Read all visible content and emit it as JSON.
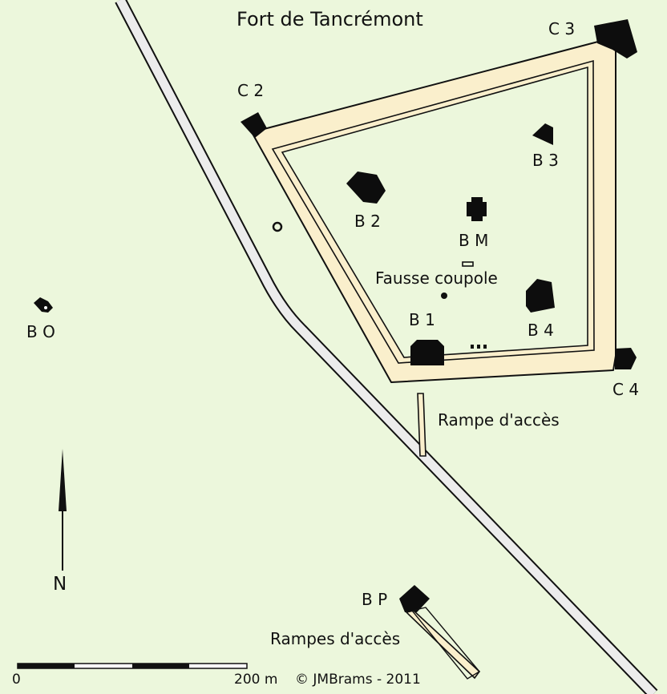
{
  "map": {
    "title": "Fort de Tancrémont",
    "colors": {
      "background": "#ecf7dc",
      "rampart": "#faefcc",
      "outline": "#111111",
      "bunker": "#0d0d0d"
    },
    "labels": {
      "c2": "C 2",
      "c3": "C 3",
      "c4": "C 4",
      "b1": "B 1",
      "b2": "B 2",
      "b3": "B 3",
      "b4": "B 4",
      "bm": "B M",
      "bo": "B O",
      "bp": "B P",
      "fausse_coupole": "Fausse coupole",
      "rampe_acces": "Rampe d'accès",
      "rampes_acces": "Rampes d'accès"
    },
    "north_label": "N",
    "scale": {
      "start_label": "0",
      "end_label": "200 m"
    },
    "credit": "©  JMBrams  -  2011"
  }
}
